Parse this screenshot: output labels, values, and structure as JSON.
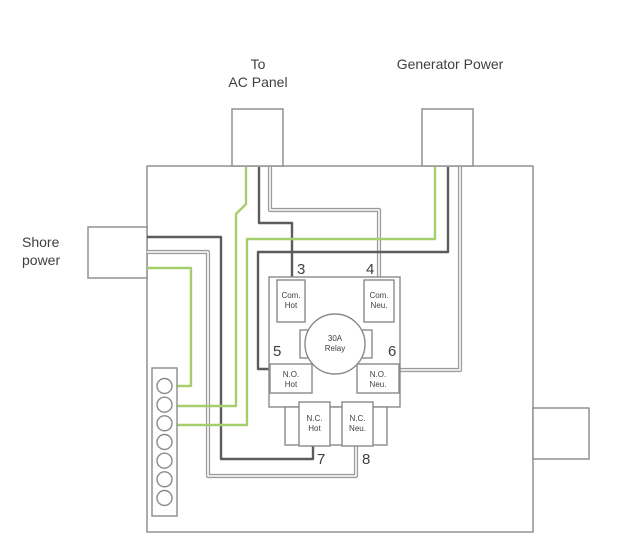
{
  "colors": {
    "ground_wire": "#a5cf6d",
    "hot_wire": "#5c5c5c",
    "neutral_wire_casing": "#9b9b9b",
    "neutral_wire_core": "#ffffff",
    "outline": "#8a8a8a",
    "text_color": "#3f3f3f"
  },
  "labels": {
    "to_ac_panel_line1": "To",
    "to_ac_panel_line2": "AC Panel",
    "generator_power": "Generator Power",
    "shore_power_line1": "Shore",
    "shore_power_line2": "power"
  },
  "relay": {
    "rating_line1": "30A",
    "rating_line2": "Relay",
    "terminals": {
      "com_hot": {
        "number": "3",
        "label_line1": "Com.",
        "label_line2": "Hot"
      },
      "com_neu": {
        "number": "4",
        "label_line1": "Com.",
        "label_line2": "Neu."
      },
      "no_hot": {
        "number": "5",
        "label_line1": "N.O.",
        "label_line2": "Hot"
      },
      "no_neu": {
        "number": "6",
        "label_line1": "N.O.",
        "label_line2": "Neu."
      },
      "nc_hot": {
        "number": "7",
        "label_line1": "N.C.",
        "label_line2": "Hot"
      },
      "nc_neu": {
        "number": "8",
        "label_line1": "N.C.",
        "label_line2": "Neu."
      }
    }
  }
}
